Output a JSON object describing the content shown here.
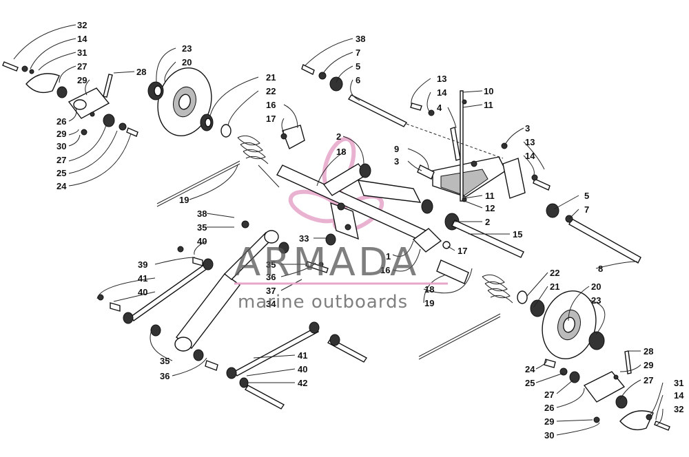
{
  "watermark": {
    "brand": "ARMADA",
    "tagline": "marine outboards",
    "accent_color": "#e7a5c9",
    "text_color": "#555555"
  },
  "callouts": {
    "c32a": "32",
    "c14a": "14",
    "c31a": "31",
    "c27a": "27",
    "c29a": "29",
    "c28a": "28",
    "c23a": "23",
    "c20a": "20",
    "c21a": "21",
    "c22a": "22",
    "c26a": "26",
    "c29b": "29",
    "c30a": "30",
    "c27b": "27",
    "c25a": "25",
    "c24a": "24",
    "c16a": "16",
    "c17a": "17",
    "c18a": "18",
    "c2a": "2",
    "c19a": "19",
    "c38a": "38",
    "c35a": "35",
    "c40a": "40",
    "c39a": "39",
    "c41a": "41",
    "c40b": "40",
    "c33a": "33",
    "c35b": "35",
    "c36a": "36",
    "c37a": "37",
    "c34a": "34",
    "c35c": "35",
    "c36b": "36",
    "c41b": "41",
    "c40c": "40",
    "c42a": "42",
    "c38b": "38",
    "c7a": "7",
    "c5a": "5",
    "c6a": "6",
    "c13a": "13",
    "c14b": "14",
    "c4a": "4",
    "c10a": "10",
    "c11a": "11",
    "c3a": "3",
    "c13b": "13",
    "c14c": "14",
    "c9a": "9",
    "c3b": "3",
    "c11b": "11",
    "c12a": "12",
    "c5b": "5",
    "c7b": "7",
    "c2b": "2",
    "c17b": "17",
    "c15a": "15",
    "c1a": "1",
    "c16b": "16",
    "c8a": "8",
    "c22b": "22",
    "c21b": "21",
    "c20b": "20",
    "c23b": "23",
    "c18b": "18",
    "c19b": "19",
    "c28b": "28",
    "c29c": "29",
    "c27c": "27",
    "c24b": "24",
    "c25b": "25",
    "c27d": "27",
    "c31b": "31",
    "c14d": "14",
    "c26b": "26",
    "c32b": "32",
    "c29d": "29",
    "c30b": "30"
  }
}
